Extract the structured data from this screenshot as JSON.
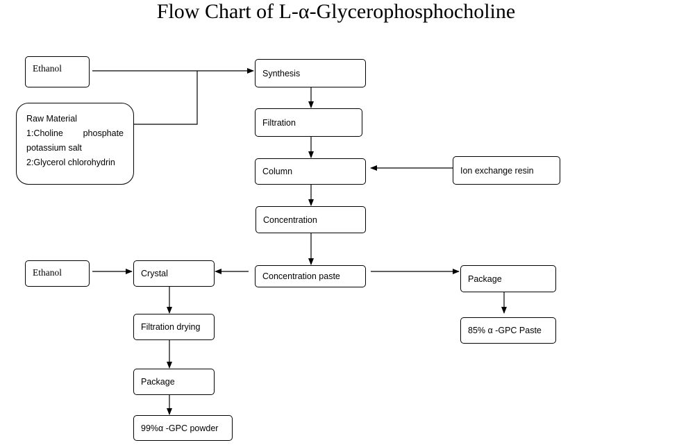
{
  "title": "Flow Chart of L-α-Glycerophosphocholine",
  "nodes": {
    "ethanol_top": "Ethanol",
    "raw_material": {
      "heading": "Raw Material",
      "line1_a": "1:Choline",
      "line1_b": "phosphate",
      "line2": "potassium salt",
      "line3": "2:Glycerol chlorohydrin"
    },
    "synthesis": "Synthesis",
    "filtration": "Filtration",
    "column": "Column",
    "ion_exchange_resin": "Ion exchange resin",
    "concentration": "Concentration",
    "concentration_paste": "Concentration paste",
    "ethanol_bottom": "Ethanol",
    "crystal": "Crystal",
    "filtration_drying": "Filtration drying",
    "package_left": "Package",
    "gpc_powder": "99%α -GPC powder",
    "package_right": "Package",
    "gpc_paste": "85% α -GPC Paste"
  }
}
